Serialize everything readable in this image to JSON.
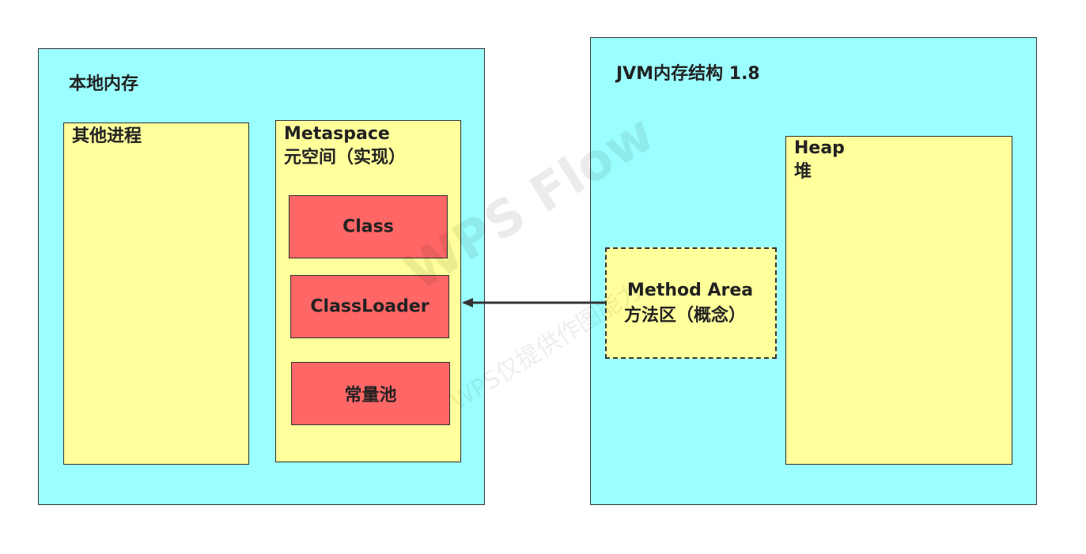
{
  "native_memory": {
    "title": "本地内存",
    "other_processes": "其他进程",
    "metaspace": {
      "title_en": "Metaspace",
      "title_cn": "元空间（实现）",
      "items": [
        "Class",
        "ClassLoader",
        "常量池"
      ]
    }
  },
  "jvm": {
    "title": "JVM内存结构 1.8",
    "heap": {
      "title_en": "Heap",
      "title_cn": "堆"
    },
    "method_area": {
      "title_en": "Method Area",
      "title_cn": "方法区（概念）"
    }
  },
  "watermark": {
    "main": "WPS Flow",
    "sub": "WPS仅提供作图能力"
  },
  "colors": {
    "container": "#9cffff",
    "region": "#ffff9c",
    "item": "#ff6666",
    "stroke": "#333333"
  }
}
